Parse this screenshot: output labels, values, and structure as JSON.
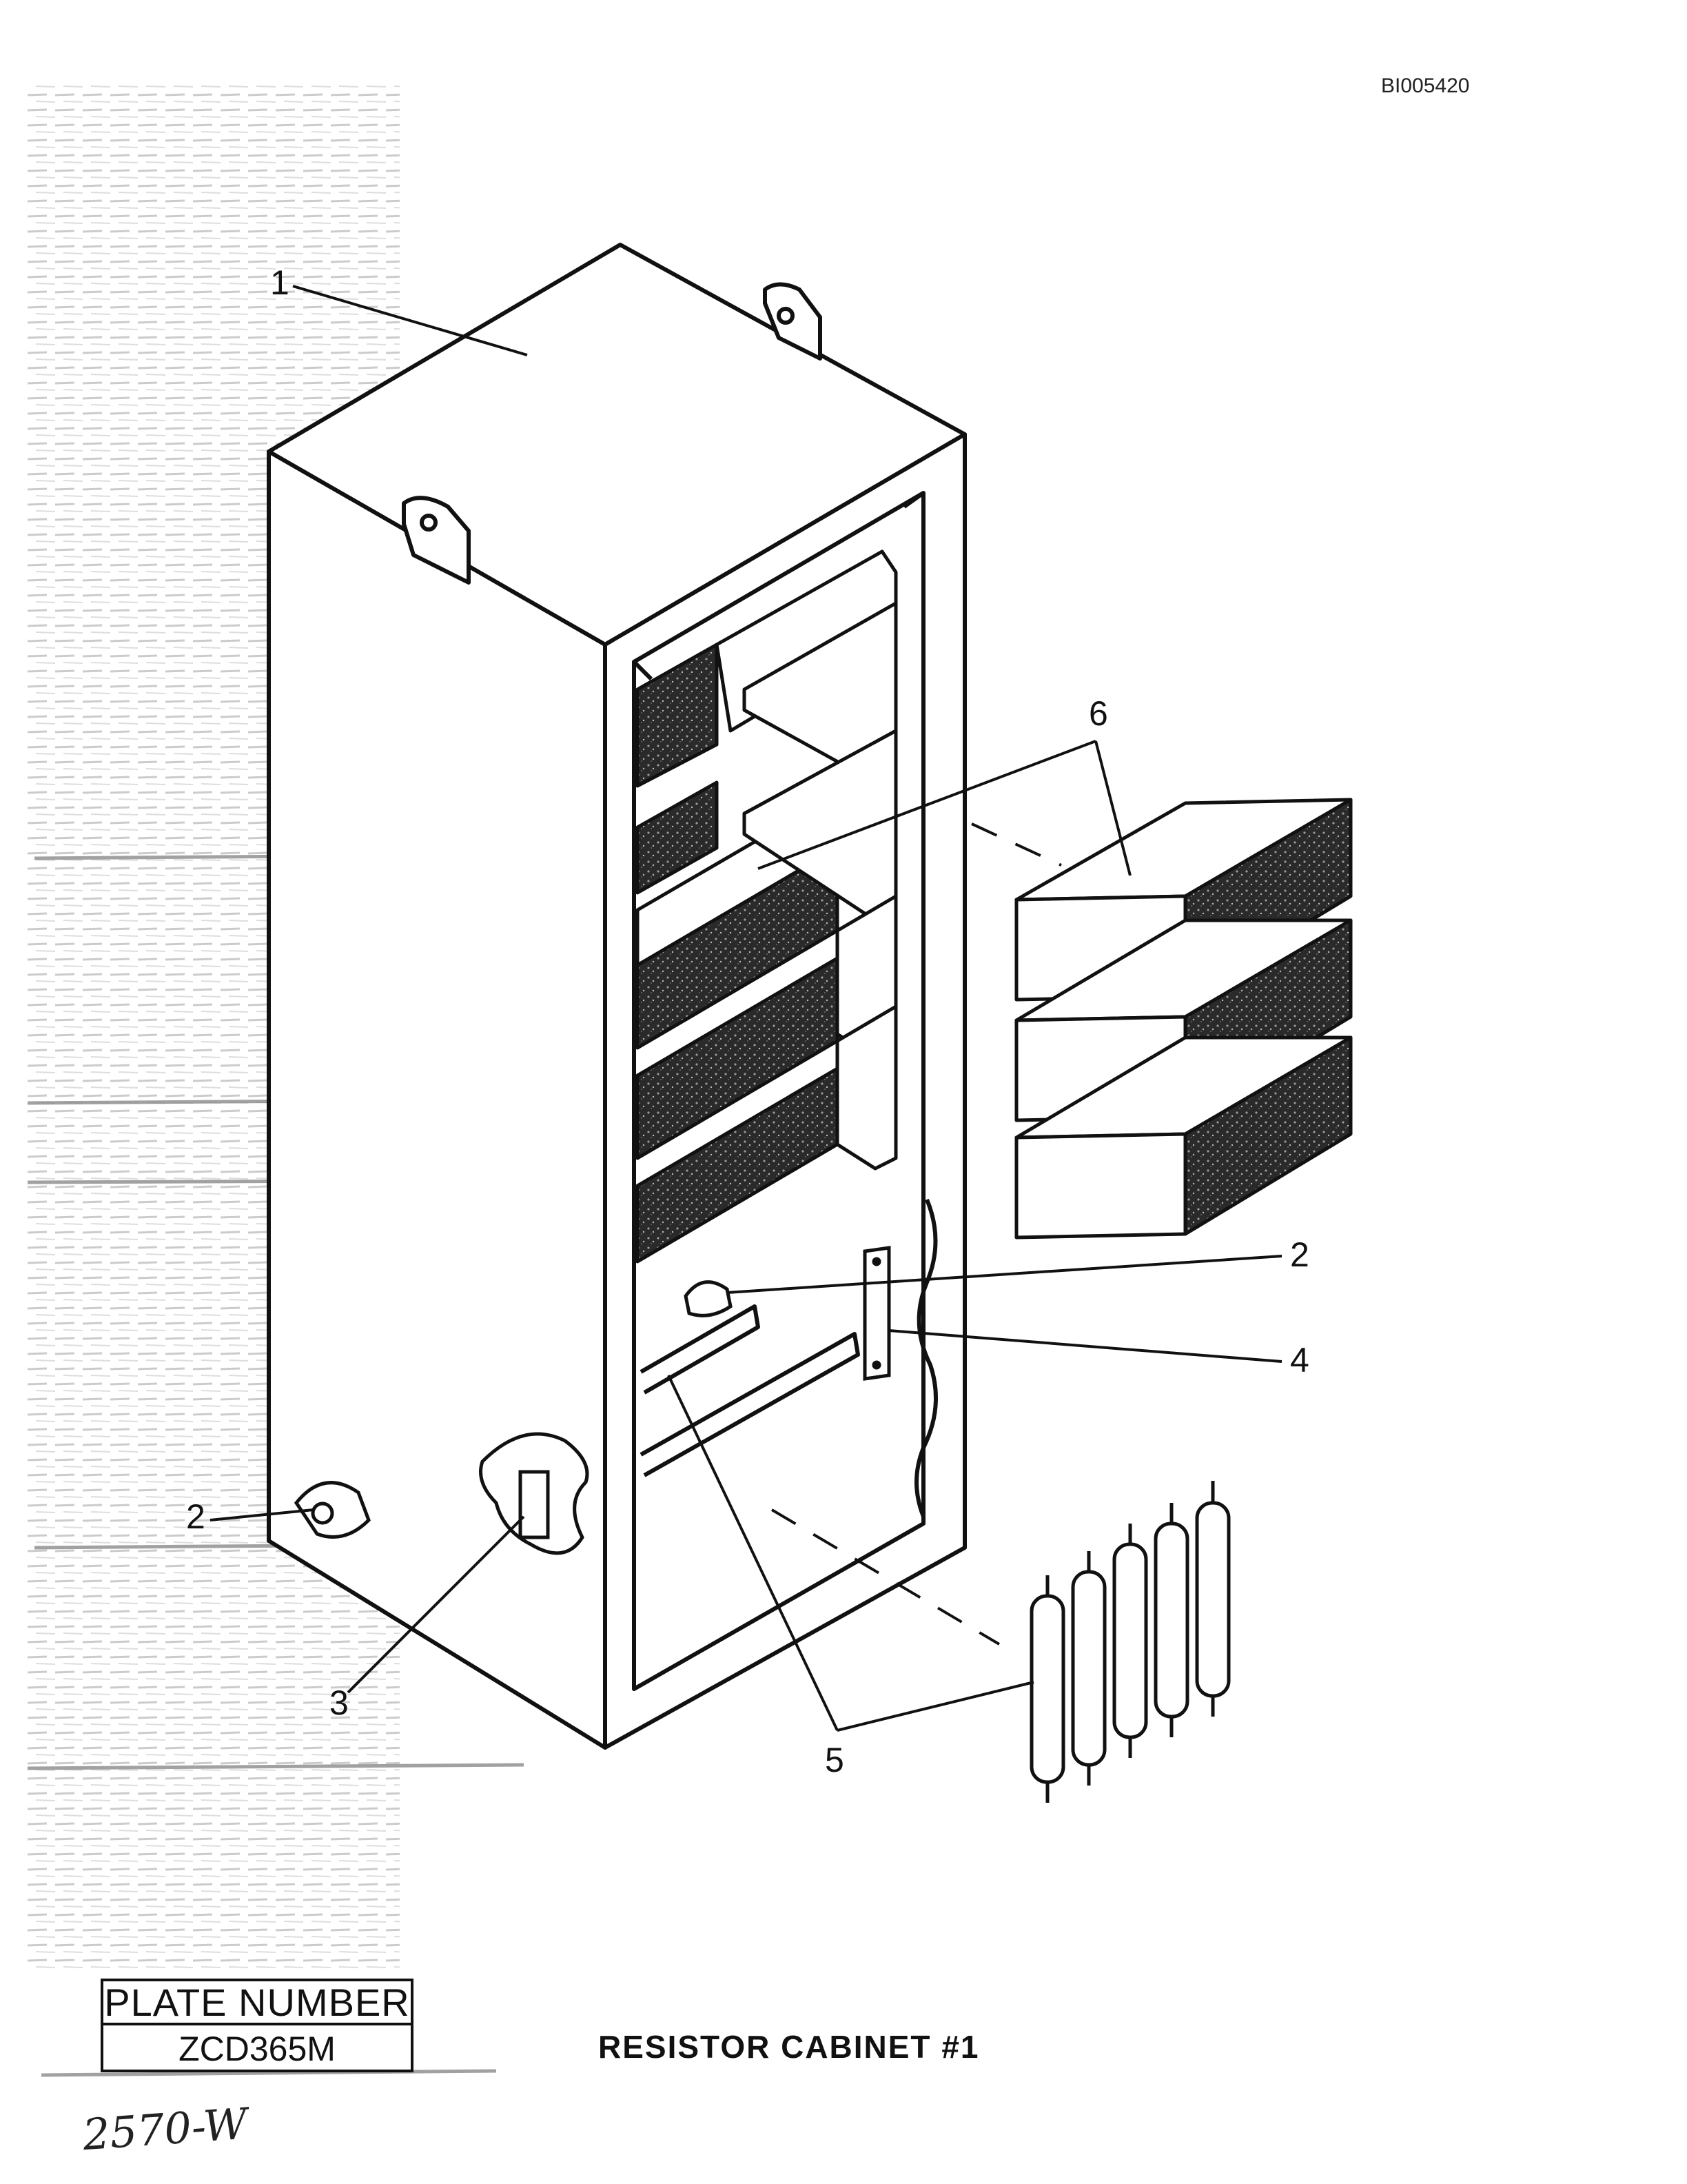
{
  "document_id": "BI005420",
  "callouts": [
    "1",
    "2",
    "2",
    "3",
    "4",
    "5",
    "6"
  ],
  "plate": {
    "label": "PLATE NUMBER",
    "value": "ZCD365M"
  },
  "title": "RESISTOR CABINET #1",
  "handwritten_note": "2570-W",
  "colors": {
    "ink": "#111111",
    "paper": "#ffffff",
    "grit": "#3a3a3a"
  }
}
